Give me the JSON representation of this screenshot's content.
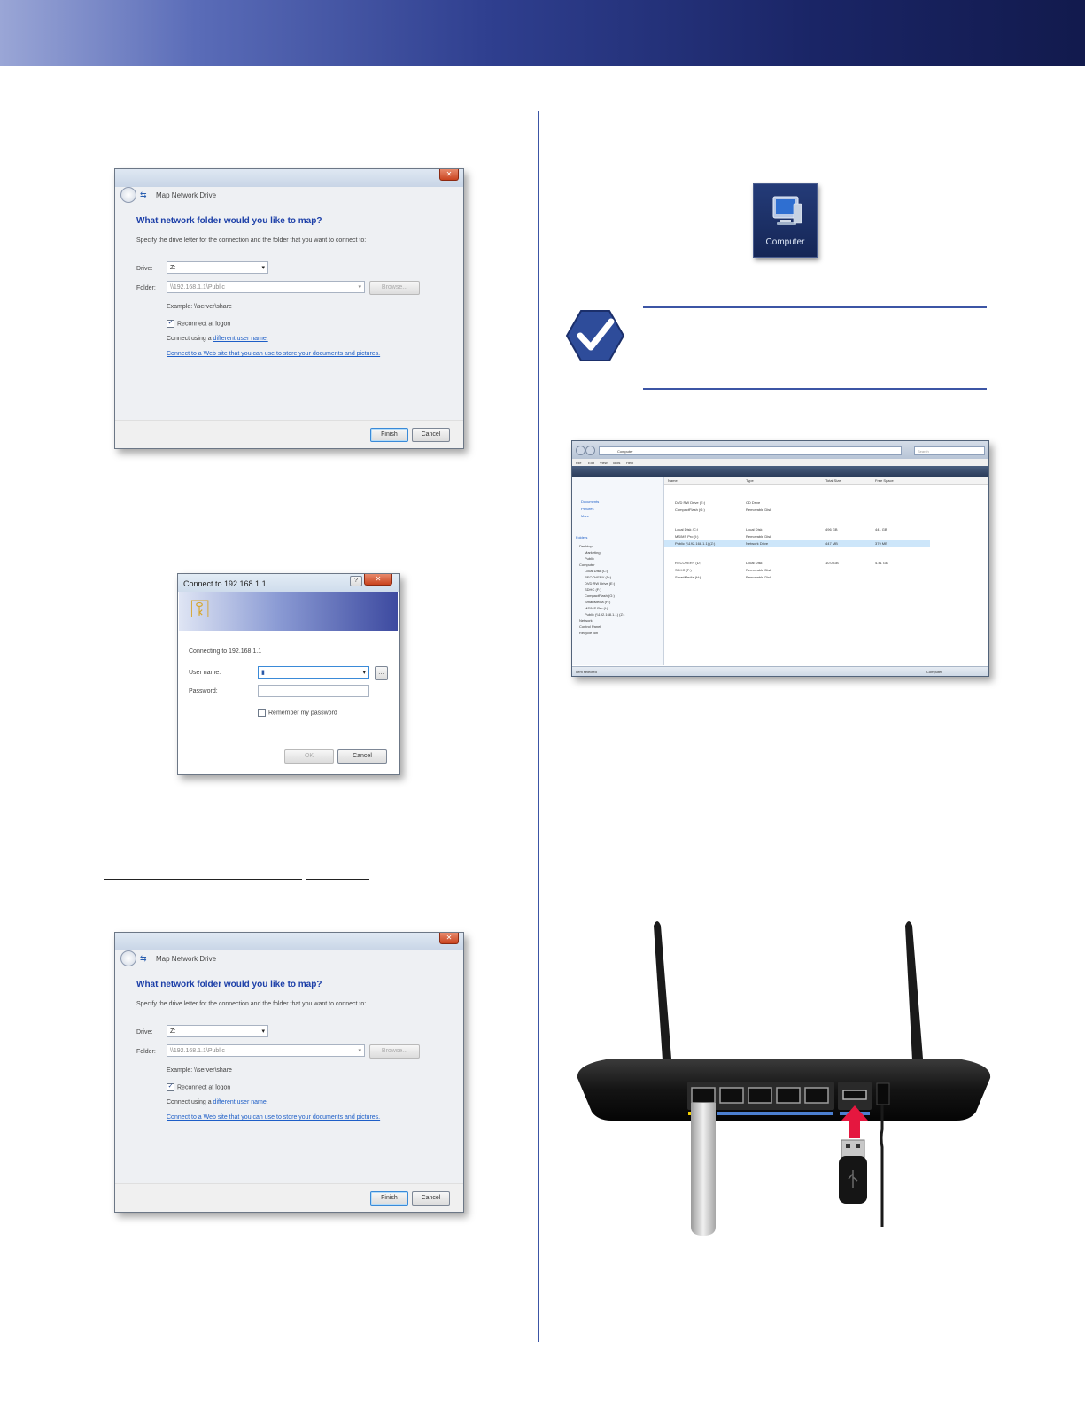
{
  "map_dialog_1": {
    "window_title": "Map Network Drive",
    "question": "What network folder would you like to map?",
    "instruction": "Specify the drive letter for the connection and the folder that you want to connect to:",
    "drive_label": "Drive:",
    "drive_value": "Z:",
    "folder_label": "Folder:",
    "folder_value": "\\\\192.168.1.1\\Public",
    "browse_label": "Browse...",
    "example": "Example: \\\\server\\share",
    "reconnect_label": "Reconnect at logon",
    "connect_using_prefix": "Connect using a",
    "connect_using_link": "different user name.",
    "website_link": "Connect to a Web site that you can use to store your documents and pictures.",
    "finish_label": "Finish",
    "cancel_label": "Cancel"
  },
  "connect_dialog": {
    "window_title": "Connect to 192.168.1.1",
    "connecting_to": "Connecting to 192.168.1.1",
    "username_label": "User name:",
    "password_label": "Password:",
    "remember_label": "Remember my password",
    "ok_label": "OK",
    "cancel_label": "Cancel"
  },
  "map_dialog_2": {
    "window_title": "Map Network Drive",
    "question": "What network folder would you like to map?",
    "instruction": "Specify the drive letter for the connection and the folder that you want to connect to:",
    "drive_label": "Drive:",
    "drive_value": "Z:",
    "folder_label": "Folder:",
    "folder_value": "\\\\192.168.1.1\\Public",
    "browse_label": "Browse...",
    "example": "Example: \\\\server\\share",
    "reconnect_label": "Reconnect at logon",
    "connect_using_prefix": "Connect using a",
    "connect_using_link": "different user name.",
    "website_link": "Connect to a Web site that you can use to store your documents and pictures.",
    "finish_label": "Finish",
    "cancel_label": "Cancel"
  },
  "computer_icon": {
    "label": "Computer"
  },
  "explorer": {
    "address": "Computer",
    "search": "Search",
    "menu": [
      "File",
      "Edit",
      "View",
      "Tools",
      "Help"
    ],
    "columns": [
      "Name",
      "Type",
      "Total Size",
      "Free Space"
    ],
    "favorite_links": [
      "Documents",
      "Pictures",
      "More"
    ],
    "folders_title": "Folders",
    "tree": [
      "Desktop",
      "Marketing",
      "Public",
      "Computer",
      "Local Disk (C:)",
      "RECOVERY (D:)",
      "DVD RW Drive (E:)",
      "SDHC (F:)",
      "CompactFlash (G:)",
      "SmartMedia (H:)",
      "MS/MS Pro (I:)",
      "Public (\\\\192.168.1.1) (Z:)",
      "Network",
      "Control Panel",
      "Recycle Bin"
    ],
    "rows": [
      {
        "name": "DVD RW Drive (E:)",
        "type": "CD Drive",
        "total": "",
        "free": ""
      },
      {
        "name": "CompactFlash (G:)",
        "type": "Removable Disk",
        "total": "",
        "free": ""
      },
      {
        "name": "Local Disk (C:)",
        "type": "Local Disk",
        "total": "496 GB",
        "free": "441 GB"
      },
      {
        "name": "MS/MS Pro (I:)",
        "type": "Removable Disk",
        "total": "",
        "free": ""
      },
      {
        "name": "Public (\\\\192.168.1.1) (Z:)",
        "type": "Network Drive",
        "total": "447 MB",
        "free": "379 MB"
      },
      {
        "name": "RECOVERY (D:)",
        "type": "Local Disk",
        "total": "10.0 GB",
        "free": "4.41 GB"
      },
      {
        "name": "SDHC (F:)",
        "type": "Removable Disk",
        "total": "",
        "free": ""
      },
      {
        "name": "SmartMedia (H:)",
        "type": "Removable Disk",
        "total": "",
        "free": ""
      }
    ],
    "status_left": "Item selected",
    "status_right": "Computer"
  },
  "colors": {
    "accent_blue": "#3c55a5",
    "link_blue": "#1d5ec7",
    "usb_arrow": "#e5173f"
  }
}
